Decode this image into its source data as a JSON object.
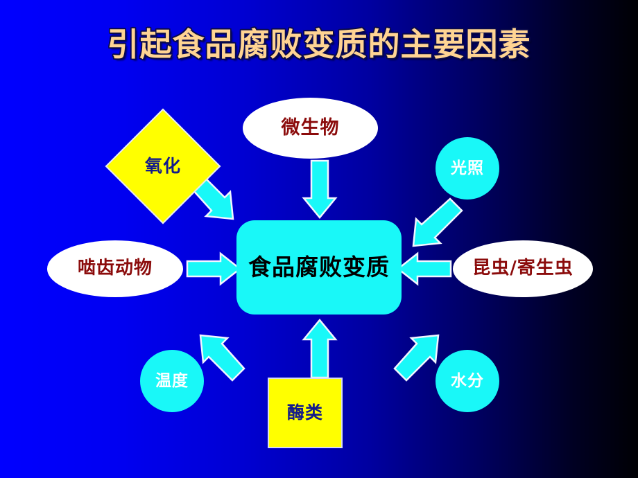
{
  "slide": {
    "title": "引起食品腐败变质的主要因素",
    "background": {
      "from": "#0000ff",
      "to": "#000004"
    },
    "title_color": "#ffd493",
    "title_outline_color": "#0a0a4a"
  },
  "diagram": {
    "center": {
      "label": "食品腐败变质",
      "shape": "rounded-rectangle",
      "fill": "#19f8f8",
      "text_color": "#000000"
    },
    "arrow_color": "#19f8f8",
    "arrow_outline_color": "#ffffff",
    "factors": [
      {
        "id": "oxidation",
        "label": "氧化",
        "shape": "diamond",
        "fill": "#ffff00",
        "text_color": "#131a8c",
        "position": "top-left",
        "arrow_direction": "to-center"
      },
      {
        "id": "microorganism",
        "label": "微生物",
        "shape": "ellipse",
        "fill": "#ffffff",
        "text_color": "#8b0b0b",
        "position": "top-center",
        "arrow_direction": "to-center"
      },
      {
        "id": "light",
        "label": "光照",
        "shape": "circle",
        "fill": "#19f8f8",
        "text_color": "#ffffff",
        "position": "top-right",
        "arrow_direction": "to-center"
      },
      {
        "id": "rodents",
        "label": "啮齿动物",
        "shape": "ellipse",
        "fill": "#ffffff",
        "text_color": "#8b0b0b",
        "position": "left",
        "arrow_direction": "to-center"
      },
      {
        "id": "insects-parasites",
        "label": "昆虫/寄生虫",
        "shape": "ellipse",
        "fill": "#ffffff",
        "text_color": "#8b0b0b",
        "position": "right",
        "arrow_direction": "to-center"
      },
      {
        "id": "temperature",
        "label": "温度",
        "shape": "circle",
        "fill": "#19f8f8",
        "text_color": "#ffffff",
        "position": "bottom-left",
        "arrow_direction": "to-center"
      },
      {
        "id": "enzymes",
        "label": "酶类",
        "shape": "square",
        "fill": "#ffff00",
        "text_color": "#131a8c",
        "position": "bottom-center",
        "arrow_direction": "to-center"
      },
      {
        "id": "moisture",
        "label": "水分",
        "shape": "circle",
        "fill": "#19f8f8",
        "text_color": "#ffffff",
        "position": "bottom-right",
        "arrow_direction": "to-center"
      }
    ]
  }
}
